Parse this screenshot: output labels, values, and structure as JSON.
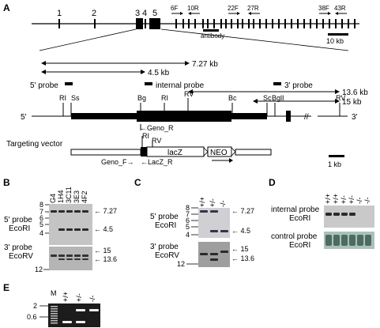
{
  "panels": {
    "A": "A",
    "B": "B",
    "C": "C",
    "D": "D",
    "E": "E"
  },
  "gene": {
    "exons": [
      "1",
      "2",
      "3",
      "4",
      "5"
    ],
    "primers": [
      "6F",
      "10R",
      "22F",
      "27R",
      "38F",
      "43R"
    ],
    "antibody": "antibody",
    "scale": "10 kb"
  },
  "map": {
    "frag_727": "7.27 kb",
    "frag_45": "4.5 kb",
    "frag_136": "13.6 kb",
    "frag_15": "15 kb",
    "probe_5": "5' probe",
    "probe_internal": "internal probe",
    "probe_3": "3' probe",
    "end5": "5'",
    "end3": "3'",
    "sites": [
      "RI",
      "Ss",
      "Bg",
      "RI",
      "RV",
      "Bc",
      "Sc",
      "BglI",
      "RV"
    ],
    "geno_r": "Geno_R",
    "targeting_vector": "Targeting vector",
    "vec_sites": [
      "RI",
      "RV"
    ],
    "lacz": "lacZ",
    "neo": "NEO",
    "geno_f": "Geno_F",
    "lacz_r": "LacZ_R",
    "scale_1kb": "1 kb"
  },
  "blotB": {
    "lanes": [
      "G4",
      "1H4",
      "3C11",
      "3E3",
      "4F2"
    ],
    "markers_top": [
      "8",
      "7",
      "6",
      "5",
      "4"
    ],
    "probe_label_top": [
      "5' probe",
      "EcoRI"
    ],
    "bands_top": [
      "7.27",
      "4.5"
    ],
    "markers_bottom": [
      "12"
    ],
    "probe_label_bottom": [
      "3' probe",
      "EcoRV"
    ],
    "bands_bottom": [
      "15",
      "13.6"
    ]
  },
  "blotC": {
    "lanes": [
      "+/+",
      "+/-",
      "-/-"
    ],
    "markers_top": [
      "8",
      "7",
      "6",
      "5",
      "4"
    ],
    "probe_label_top": [
      "5' probe",
      "EcoRI"
    ],
    "bands_top": [
      "7.27",
      "4.5"
    ],
    "markers_bottom": [
      "12"
    ],
    "probe_label_bottom": [
      "3' probe",
      "EcoRV"
    ],
    "bands_bottom": [
      "15",
      "13.6"
    ]
  },
  "blotD": {
    "lanes": [
      "+/+",
      "+/+",
      "+/-",
      "+/-",
      "-/-",
      "-/-"
    ],
    "label_top": [
      "internal probe",
      "EcoRI"
    ],
    "label_bottom": [
      "control probe",
      "EcoRI"
    ]
  },
  "gelE": {
    "lanes": [
      "M",
      "+/+",
      "+/-",
      "-/-"
    ],
    "markers": [
      "2",
      "0.6"
    ]
  }
}
